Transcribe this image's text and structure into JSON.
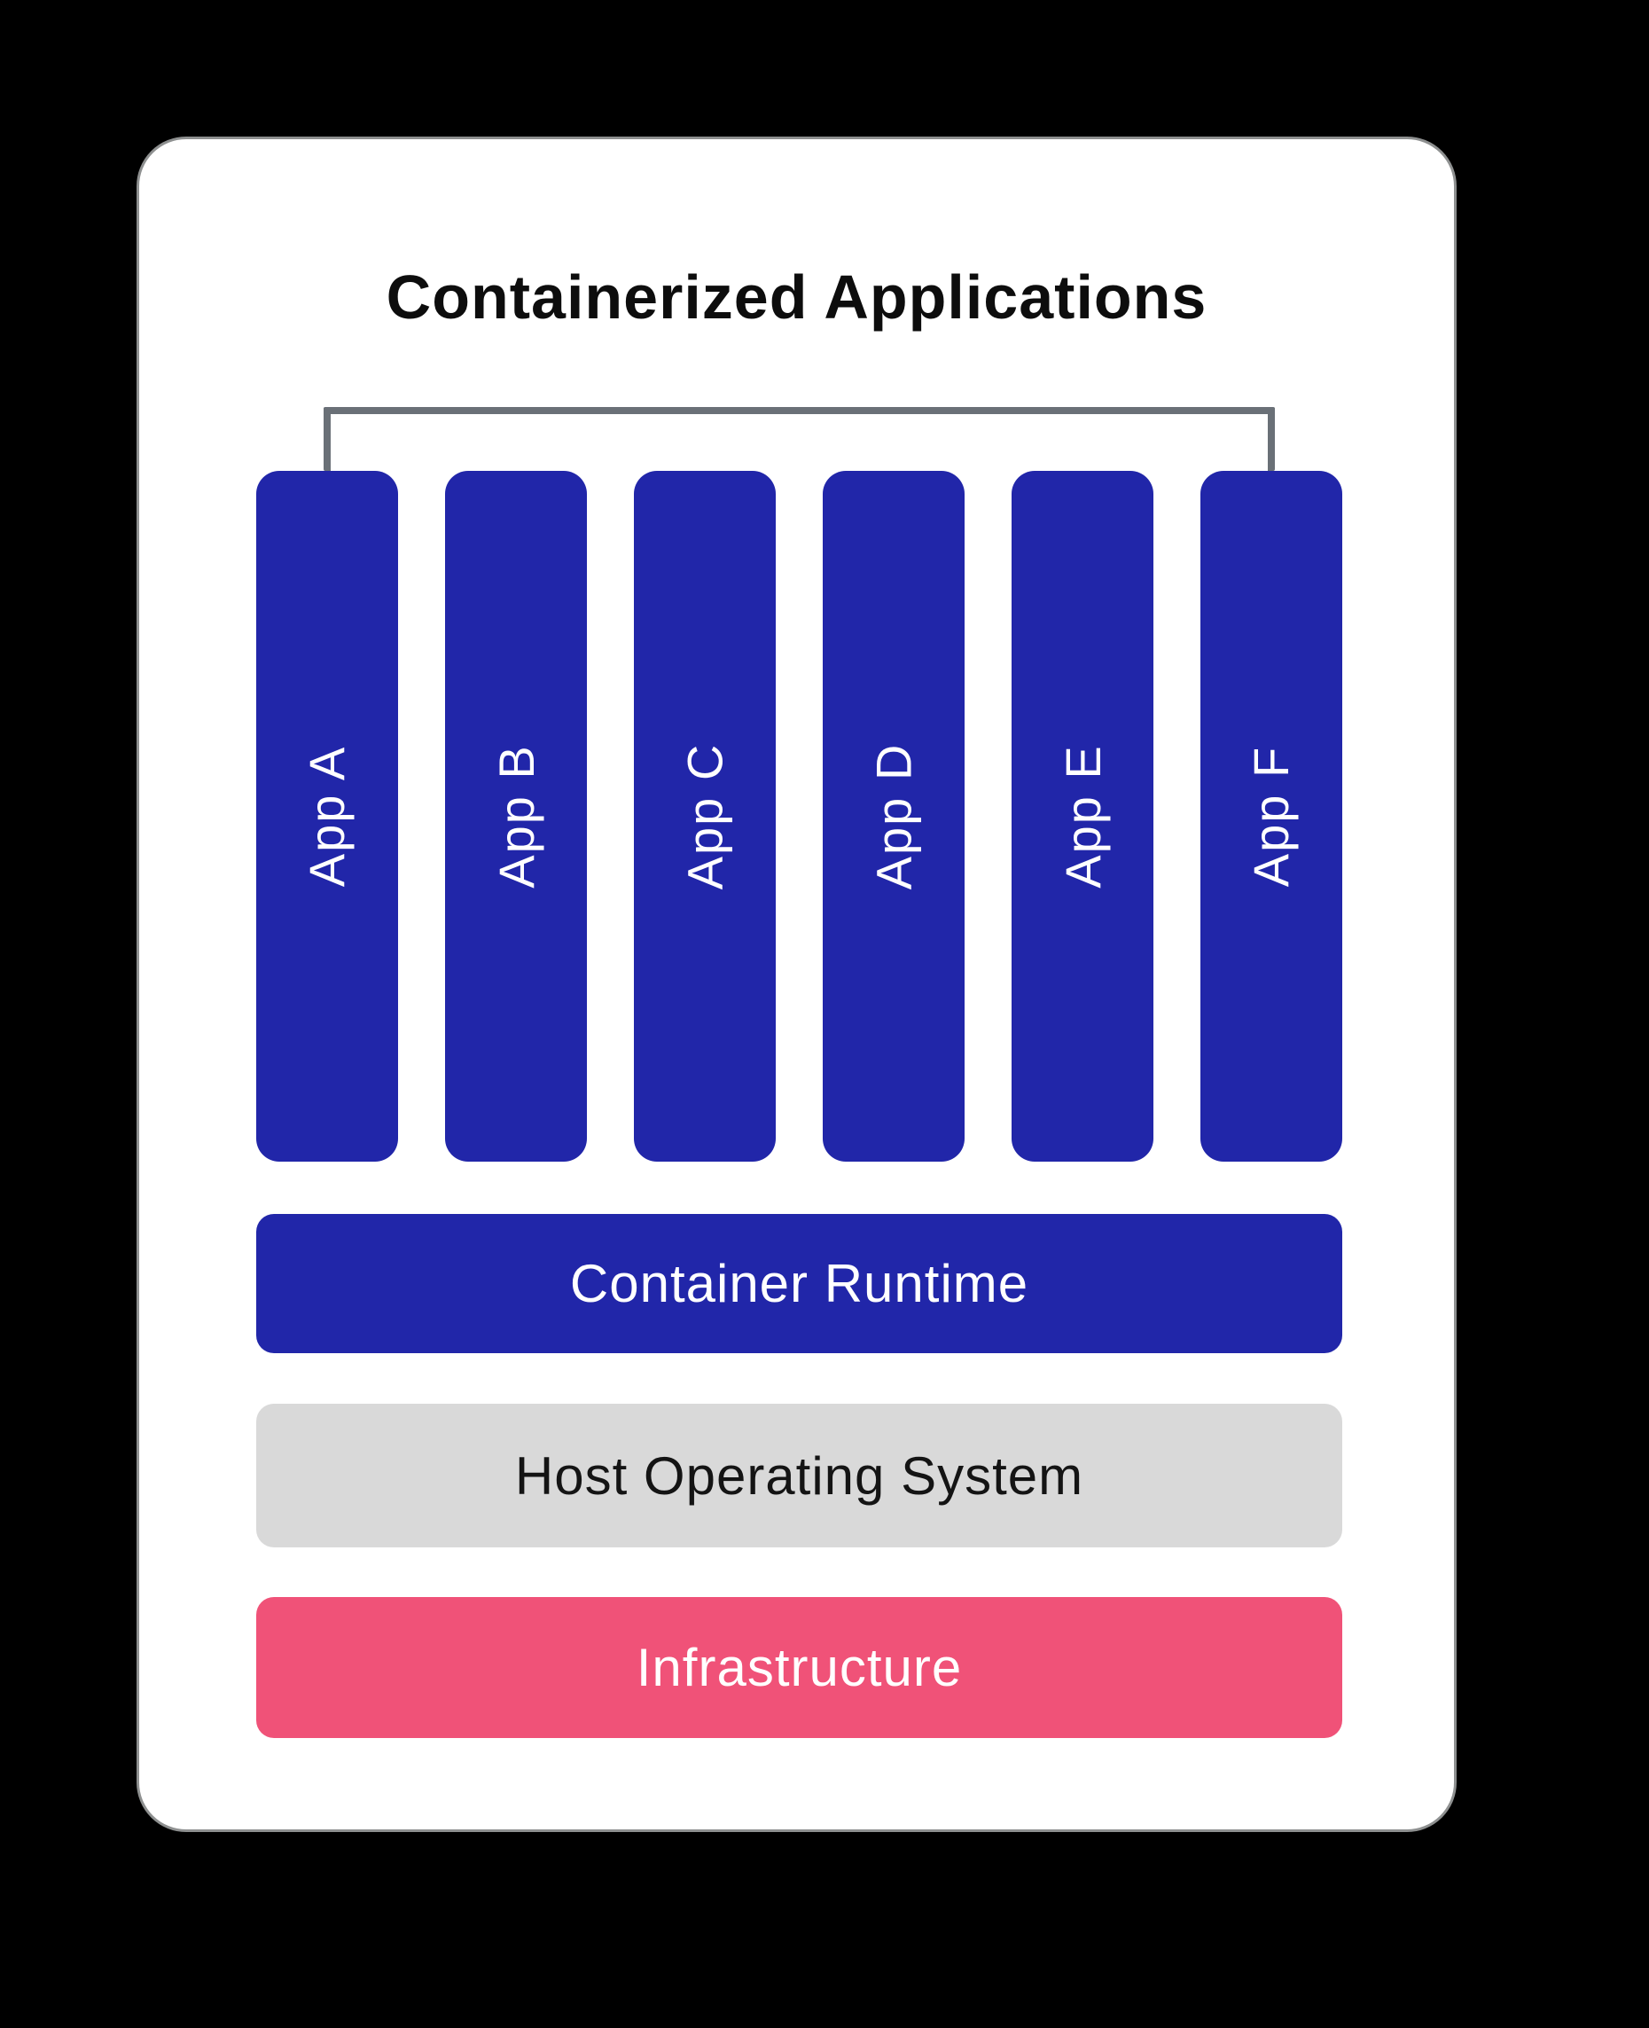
{
  "title": "Containerized Applications",
  "apps": [
    {
      "label": "App A"
    },
    {
      "label": "App B"
    },
    {
      "label": "App C"
    },
    {
      "label": "App D"
    },
    {
      "label": "App E"
    },
    {
      "label": "App F"
    }
  ],
  "layers": [
    {
      "name": "container-runtime",
      "label": "Container Runtime",
      "bg": "#2126a9",
      "text": "#ffffff"
    },
    {
      "name": "host-operating-system",
      "label": "Host Operating System",
      "bg": "#d9d9d9",
      "text": "#141414"
    },
    {
      "name": "infrastructure",
      "label": "Infrastructure",
      "bg": "#f05278",
      "text": "#ffffff"
    }
  ],
  "colors": {
    "page_background": "#000000",
    "card_background": "#ffffff",
    "card_border": "#8e9090",
    "bracket_line": "#6a7077",
    "app_pillar": "#2126a9",
    "app_text": "#ffffff",
    "title_text": "#0d0d0d"
  }
}
